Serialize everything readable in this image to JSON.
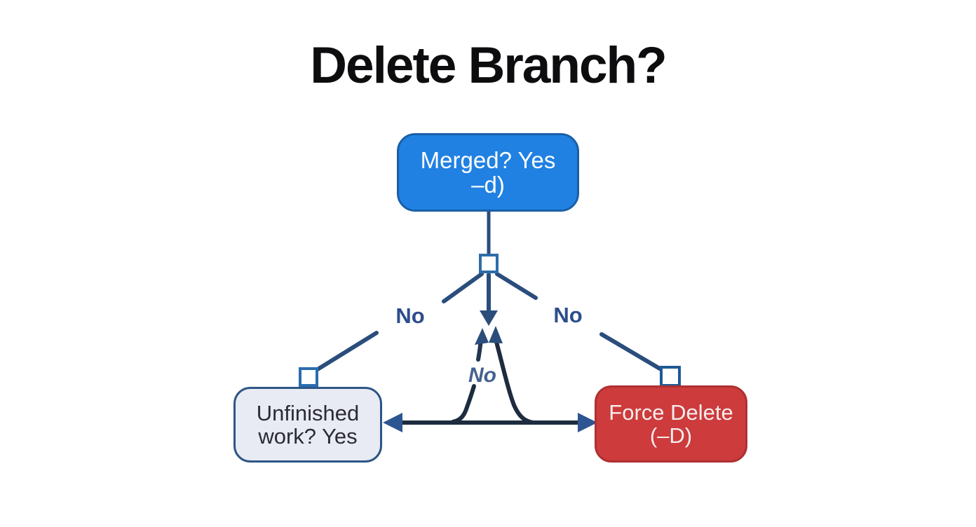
{
  "title": "Delete Branch?",
  "nodes": {
    "merged": {
      "line1": "Merged? Yes",
      "line2": "–d)"
    },
    "unfinished": {
      "line1": "Unfinished",
      "line2": "work? Yes"
    },
    "force": {
      "line1": "Force Delete",
      "line2": "(–D)"
    }
  },
  "labels": {
    "no_left": "No",
    "no_right": "No",
    "no_middle": "No"
  },
  "colors": {
    "merged_fill": "#2081e2",
    "merged_border": "#1a5fa8",
    "merged_text": "#fefefe",
    "unfinished_fill": "#e9ebf4",
    "unfinished_border": "#2d5685",
    "unfinished_text": "#2b2b33",
    "force_fill": "#cd3b3c",
    "force_border": "#ae3133",
    "force_text": "#f7eded",
    "wire_blue": "#2a4d7c",
    "wire_dark": "#1d2c3e",
    "arrowhead_blue": "#2d5590",
    "connector_square_border": "#2b6cb0",
    "no_label": "#2d4e8c",
    "no_middle_label": "#44618f",
    "title_text": "#0d0d0f",
    "background": "#ffffff"
  }
}
